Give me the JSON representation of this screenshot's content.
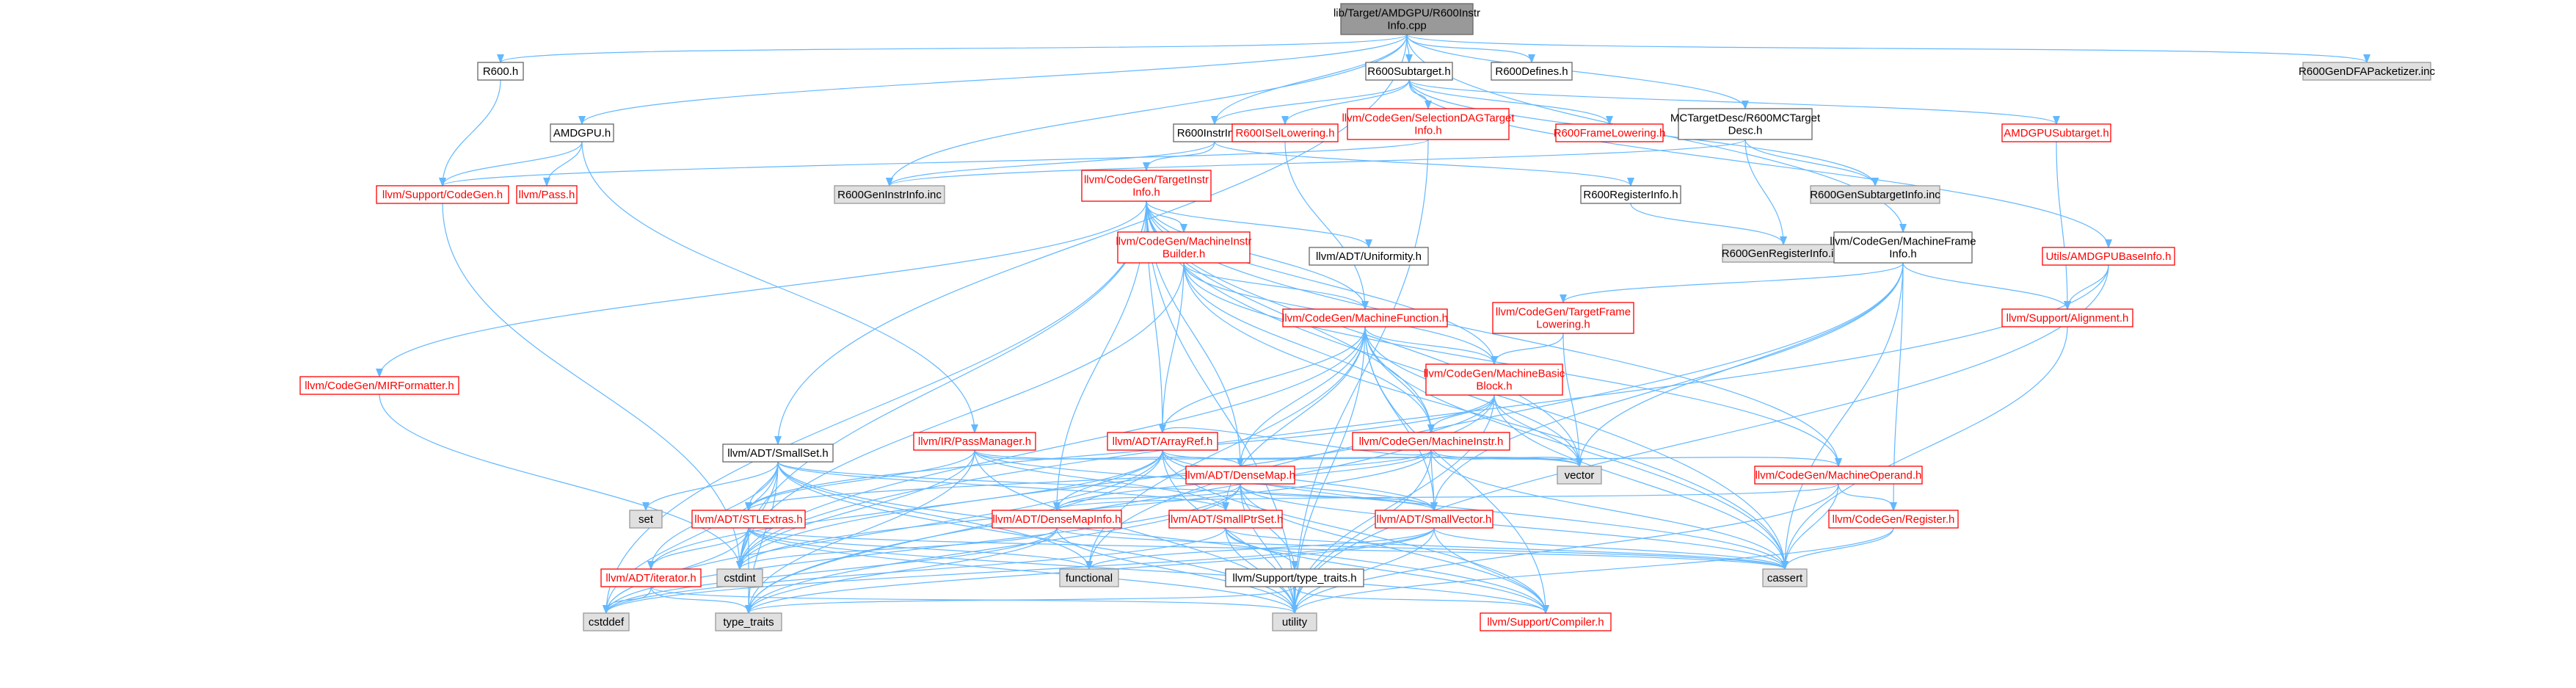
{
  "colors": {
    "edge": "#63b8ff",
    "root_fill": "#999999",
    "root_border": "#666666",
    "normal_fill": "#ffffff",
    "normal_border": "#666666",
    "normal_text": "#000000",
    "link_fill": "#ffffff",
    "link_border": "#ff0000",
    "link_text": "#ff0000",
    "sys_fill": "#e0e0e0",
    "sys_border": "#999999",
    "sys_text": "#000000"
  },
  "graph": {
    "root": "R600InstrInfo.cpp",
    "nodes": [
      {
        "id": "root",
        "lines": [
          "lib/Target/AMDGPU/R600Instr",
          "Info.cpp"
        ],
        "style": "root"
      },
      {
        "id": "r600h",
        "lines": [
          "R600.h"
        ],
        "style": "normal"
      },
      {
        "id": "amdgpuh",
        "lines": [
          "AMDGPU.h"
        ],
        "style": "normal"
      },
      {
        "id": "r600subtarget",
        "lines": [
          "R600Subtarget.h"
        ],
        "style": "normal"
      },
      {
        "id": "r600defines",
        "lines": [
          "R600Defines.h"
        ],
        "style": "normal"
      },
      {
        "id": "dfapacketizer",
        "lines": [
          "R600GenDFAPacketizer.inc"
        ],
        "style": "sys"
      },
      {
        "id": "r600instrinfoh",
        "lines": [
          "R600InstrInfo.h"
        ],
        "style": "normal"
      },
      {
        "id": "r600isellowering",
        "lines": [
          "R600ISelLowering.h"
        ],
        "style": "link"
      },
      {
        "id": "seldagtarget",
        "lines": [
          "llvm/CodeGen/SelectionDAGTarget",
          "Info.h"
        ],
        "style": "link"
      },
      {
        "id": "r600framelowering",
        "lines": [
          "R600FrameLowering.h"
        ],
        "style": "link"
      },
      {
        "id": "mctargetdesc",
        "lines": [
          "MCTargetDesc/R600MCTarget",
          "Desc.h"
        ],
        "style": "normal"
      },
      {
        "id": "amdgpusubtarget",
        "lines": [
          "AMDGPUSubtarget.h"
        ],
        "style": "link"
      },
      {
        "id": "supportcodegen",
        "lines": [
          "llvm/Support/CodeGen.h"
        ],
        "style": "link"
      },
      {
        "id": "passh",
        "lines": [
          "llvm/Pass.h"
        ],
        "style": "link"
      },
      {
        "id": "geninstrinfo",
        "lines": [
          "R600GenInstrInfo.inc"
        ],
        "style": "sys"
      },
      {
        "id": "targetinstrinfo",
        "lines": [
          "llvm/CodeGen/TargetInstr",
          "Info.h"
        ],
        "style": "link"
      },
      {
        "id": "gensubtargetinfo",
        "lines": [
          "R600GenSubtargetInfo.inc"
        ],
        "style": "sys"
      },
      {
        "id": "r600registerinfo",
        "lines": [
          "R600RegisterInfo.h"
        ],
        "style": "normal"
      },
      {
        "id": "genregisterinfo",
        "lines": [
          "R600GenRegisterInfo.inc"
        ],
        "style": "sys"
      },
      {
        "id": "mibuilder",
        "lines": [
          "llvm/CodeGen/MachineInstr",
          "Builder.h"
        ],
        "style": "link"
      },
      {
        "id": "uniformity",
        "lines": [
          "llvm/ADT/Uniformity.h"
        ],
        "style": "normal"
      },
      {
        "id": "mframeinfo",
        "lines": [
          "llvm/CodeGen/MachineFrame",
          "Info.h"
        ],
        "style": "normal"
      },
      {
        "id": "amdgpubaseinfo",
        "lines": [
          "Utils/AMDGPUBaseInfo.h"
        ],
        "style": "link"
      },
      {
        "id": "mirformatter",
        "lines": [
          "llvm/CodeGen/MIRFormatter.h"
        ],
        "style": "link"
      },
      {
        "id": "targetframelowering",
        "lines": [
          "llvm/CodeGen/TargetFrame",
          "Lowering.h"
        ],
        "style": "link"
      },
      {
        "id": "alignment",
        "lines": [
          "llvm/Support/Alignment.h"
        ],
        "style": "link"
      },
      {
        "id": "mfunction",
        "lines": [
          "llvm/CodeGen/MachineFunction.h"
        ],
        "style": "link"
      },
      {
        "id": "mbb",
        "lines": [
          "llvm/CodeGen/MachineBasic",
          "Block.h"
        ],
        "style": "link"
      },
      {
        "id": "passmanager",
        "lines": [
          "llvm/IR/PassManager.h"
        ],
        "style": "link"
      },
      {
        "id": "arrayref",
        "lines": [
          "llvm/ADT/ArrayRef.h"
        ],
        "style": "link"
      },
      {
        "id": "minstr",
        "lines": [
          "llvm/CodeGen/MachineInstr.h"
        ],
        "style": "link"
      },
      {
        "id": "smallset",
        "lines": [
          "llvm/ADT/SmallSet.h"
        ],
        "style": "normal"
      },
      {
        "id": "densemap",
        "lines": [
          "llvm/ADT/DenseMap.h"
        ],
        "style": "link"
      },
      {
        "id": "vector",
        "lines": [
          "vector"
        ],
        "style": "sys"
      },
      {
        "id": "moperand",
        "lines": [
          "llvm/CodeGen/MachineOperand.h"
        ],
        "style": "link"
      },
      {
        "id": "set",
        "lines": [
          "set"
        ],
        "style": "sys"
      },
      {
        "id": "stlextras",
        "lines": [
          "llvm/ADT/STLExtras.h"
        ],
        "style": "link"
      },
      {
        "id": "densemapinfo",
        "lines": [
          "llvm/ADT/DenseMapInfo.h"
        ],
        "style": "link"
      },
      {
        "id": "smallptrset",
        "lines": [
          "llvm/ADT/SmallPtrSet.h"
        ],
        "style": "link"
      },
      {
        "id": "smallvector",
        "lines": [
          "llvm/ADT/SmallVector.h"
        ],
        "style": "link"
      },
      {
        "id": "register",
        "lines": [
          "llvm/CodeGen/Register.h"
        ],
        "style": "link"
      },
      {
        "id": "cstdint",
        "lines": [
          "cstdint"
        ],
        "style": "sys"
      },
      {
        "id": "iterator",
        "lines": [
          "llvm/ADT/iterator.h"
        ],
        "style": "link"
      },
      {
        "id": "functional",
        "lines": [
          "functional"
        ],
        "style": "sys"
      },
      {
        "id": "typetraitsh",
        "lines": [
          "llvm/Support/type_traits.h"
        ],
        "style": "normal"
      },
      {
        "id": "cassert",
        "lines": [
          "cassert"
        ],
        "style": "sys"
      },
      {
        "id": "cstddef",
        "lines": [
          "cstddef"
        ],
        "style": "sys"
      },
      {
        "id": "type_traits",
        "lines": [
          "type_traits"
        ],
        "style": "sys"
      },
      {
        "id": "utility",
        "lines": [
          "utility"
        ],
        "style": "sys"
      },
      {
        "id": "compiler",
        "lines": [
          "llvm/Support/Compiler.h"
        ],
        "style": "link"
      }
    ],
    "edges": [
      [
        "root",
        "r600h"
      ],
      [
        "root",
        "amdgpuh"
      ],
      [
        "root",
        "r600subtarget"
      ],
      [
        "root",
        "r600defines"
      ],
      [
        "root",
        "dfapacketizer"
      ],
      [
        "root",
        "r600instrinfoh"
      ],
      [
        "root",
        "mctargetdesc"
      ],
      [
        "root",
        "geninstrinfo"
      ],
      [
        "root",
        "mframeinfo"
      ],
      [
        "root",
        "smallset"
      ],
      [
        "r600h",
        "supportcodegen"
      ],
      [
        "amdgpuh",
        "supportcodegen"
      ],
      [
        "amdgpuh",
        "passh"
      ],
      [
        "amdgpuh",
        "passmanager"
      ],
      [
        "r600subtarget",
        "r600instrinfoh"
      ],
      [
        "r600subtarget",
        "r600isellowering"
      ],
      [
        "r600subtarget",
        "seldagtarget"
      ],
      [
        "r600subtarget",
        "r600framelowering"
      ],
      [
        "r600subtarget",
        "amdgpusubtarget"
      ],
      [
        "r600subtarget",
        "gensubtargetinfo"
      ],
      [
        "r600subtarget",
        "amdgpubaseinfo"
      ],
      [
        "r600instrinfoh",
        "geninstrinfo"
      ],
      [
        "r600instrinfoh",
        "targetinstrinfo"
      ],
      [
        "r600instrinfoh",
        "r600registerinfo"
      ],
      [
        "seldagtarget",
        "supportcodegen"
      ],
      [
        "seldagtarget",
        "utility"
      ],
      [
        "r600isellowering",
        "mfunction"
      ],
      [
        "mctargetdesc",
        "geninstrinfo"
      ],
      [
        "mctargetdesc",
        "gensubtargetinfo"
      ],
      [
        "mctargetdesc",
        "genregisterinfo"
      ],
      [
        "amdgpusubtarget",
        "alignment"
      ],
      [
        "r600registerinfo",
        "genregisterinfo"
      ],
      [
        "supportcodegen",
        "cstdint"
      ],
      [
        "targetinstrinfo",
        "mibuilder"
      ],
      [
        "targetinstrinfo",
        "uniformity"
      ],
      [
        "targetinstrinfo",
        "mirformatter"
      ],
      [
        "targetinstrinfo",
        "mfunction"
      ],
      [
        "targetinstrinfo",
        "mbb"
      ],
      [
        "targetinstrinfo",
        "arrayref"
      ],
      [
        "targetinstrinfo",
        "minstr"
      ],
      [
        "targetinstrinfo",
        "densemap"
      ],
      [
        "targetinstrinfo",
        "densemapinfo"
      ],
      [
        "targetinstrinfo",
        "moperand"
      ],
      [
        "targetinstrinfo",
        "vector"
      ],
      [
        "targetinstrinfo",
        "cassert"
      ],
      [
        "targetinstrinfo",
        "cstdint"
      ],
      [
        "targetinstrinfo",
        "cstddef"
      ],
      [
        "targetinstrinfo",
        "utility"
      ],
      [
        "mibuilder",
        "mfunction"
      ],
      [
        "mibuilder",
        "mbb"
      ],
      [
        "mibuilder",
        "minstr"
      ],
      [
        "mibuilder",
        "arrayref"
      ],
      [
        "mibuilder",
        "moperand"
      ],
      [
        "mibuilder",
        "cstdint"
      ],
      [
        "mibuilder",
        "cassert"
      ],
      [
        "mframeinfo",
        "alignment"
      ],
      [
        "mframeinfo",
        "targetframelowering"
      ],
      [
        "mframeinfo",
        "vector"
      ],
      [
        "mframeinfo",
        "cassert"
      ],
      [
        "mframeinfo",
        "functional"
      ],
      [
        "mframeinfo",
        "register"
      ],
      [
        "mframeinfo",
        "smallvector"
      ],
      [
        "amdgpubaseinfo",
        "alignment"
      ],
      [
        "amdgpubaseinfo",
        "utility"
      ],
      [
        "amdgpubaseinfo",
        "cstdint"
      ],
      [
        "targetframelowering",
        "mbb"
      ],
      [
        "targetframelowering",
        "vector"
      ],
      [
        "mirformatter",
        "cstdint"
      ],
      [
        "alignment",
        "cassert"
      ],
      [
        "mfunction",
        "mbb"
      ],
      [
        "mfunction",
        "arrayref"
      ],
      [
        "mfunction",
        "minstr"
      ],
      [
        "mfunction",
        "densemap"
      ],
      [
        "mfunction",
        "smallvector"
      ],
      [
        "mfunction",
        "smallptrset"
      ],
      [
        "mfunction",
        "cassert"
      ],
      [
        "mfunction",
        "cstdint"
      ],
      [
        "mfunction",
        "utility"
      ],
      [
        "mfunction",
        "vector"
      ],
      [
        "mfunction",
        "compiler"
      ],
      [
        "mfunction",
        "functional"
      ],
      [
        "mbb",
        "minstr"
      ],
      [
        "mbb",
        "vector"
      ],
      [
        "mbb",
        "cassert"
      ],
      [
        "mbb",
        "cstdint"
      ],
      [
        "mbb",
        "stlextras"
      ],
      [
        "mbb",
        "utility"
      ],
      [
        "mbb",
        "type_traits"
      ],
      [
        "passmanager",
        "densemap"
      ],
      [
        "passmanager",
        "smallptrset"
      ],
      [
        "passmanager",
        "stlextras"
      ],
      [
        "passmanager",
        "vector"
      ],
      [
        "passmanager",
        "type_traits"
      ],
      [
        "passmanager",
        "utility"
      ],
      [
        "passmanager",
        "cstdint"
      ],
      [
        "passmanager",
        "smallvector"
      ],
      [
        "arrayref",
        "densemapinfo"
      ],
      [
        "arrayref",
        "smallvector"
      ],
      [
        "arrayref",
        "cassert"
      ],
      [
        "arrayref",
        "cstddef"
      ],
      [
        "arrayref",
        "vector"
      ],
      [
        "arrayref",
        "iterator"
      ],
      [
        "arrayref",
        "compiler"
      ],
      [
        "arrayref",
        "type_traits"
      ],
      [
        "arrayref",
        "utility"
      ],
      [
        "minstr",
        "moperand"
      ],
      [
        "minstr",
        "densemapinfo"
      ],
      [
        "minstr",
        "arrayref"
      ],
      [
        "minstr",
        "cassert"
      ],
      [
        "minstr",
        "cstdint"
      ],
      [
        "minstr",
        "utility"
      ],
      [
        "minstr",
        "vector"
      ],
      [
        "minstr",
        "stlextras"
      ],
      [
        "minstr",
        "smallvector"
      ],
      [
        "smallset",
        "smallptrset"
      ],
      [
        "smallset",
        "smallvector"
      ],
      [
        "smallset",
        "stlextras"
      ],
      [
        "smallset",
        "iterator"
      ],
      [
        "smallset",
        "set"
      ],
      [
        "smallset",
        "cstddef"
      ],
      [
        "smallset",
        "functional"
      ],
      [
        "smallset",
        "utility"
      ],
      [
        "smallset",
        "compiler"
      ],
      [
        "smallset",
        "type_traits"
      ],
      [
        "smallset",
        "cstdint"
      ],
      [
        "densemap",
        "densemapinfo"
      ],
      [
        "densemap",
        "smallvector"
      ],
      [
        "densemap",
        "typetraitsh"
      ],
      [
        "densemap",
        "cassert"
      ],
      [
        "densemap",
        "cstddef"
      ],
      [
        "densemap",
        "type_traits"
      ],
      [
        "densemap",
        "utility"
      ],
      [
        "densemap",
        "compiler"
      ],
      [
        "moperand",
        "register"
      ],
      [
        "moperand",
        "cassert"
      ],
      [
        "moperand",
        "densemapinfo"
      ],
      [
        "moperand",
        "utility"
      ],
      [
        "stlextras",
        "iterator"
      ],
      [
        "stlextras",
        "cassert"
      ],
      [
        "stlextras",
        "functional"
      ],
      [
        "stlextras",
        "cstddef"
      ],
      [
        "stlextras",
        "cstdint"
      ],
      [
        "stlextras",
        "type_traits"
      ],
      [
        "stlextras",
        "utility"
      ],
      [
        "stlextras",
        "compiler"
      ],
      [
        "densemapinfo",
        "cassert"
      ],
      [
        "densemapinfo",
        "cstddef"
      ],
      [
        "densemapinfo",
        "cstdint"
      ],
      [
        "densemapinfo",
        "type_traits"
      ],
      [
        "densemapinfo",
        "utility"
      ],
      [
        "smallptrset",
        "cassert"
      ],
      [
        "smallptrset",
        "compiler"
      ],
      [
        "smallptrset",
        "typetraitsh"
      ],
      [
        "smallptrset",
        "utility"
      ],
      [
        "smallptrset",
        "cstddef"
      ],
      [
        "smallvector",
        "cassert"
      ],
      [
        "smallvector",
        "compiler"
      ],
      [
        "smallvector",
        "type_traits"
      ],
      [
        "smallvector",
        "utility"
      ],
      [
        "smallvector",
        "cstddef"
      ],
      [
        "smallvector",
        "functional"
      ],
      [
        "register",
        "cassert"
      ],
      [
        "register",
        "utility"
      ],
      [
        "iterator",
        "utility"
      ],
      [
        "iterator",
        "cstddef"
      ],
      [
        "iterator",
        "type_traits"
      ],
      [
        "typetraitsh",
        "utility"
      ],
      [
        "typetraitsh",
        "type_traits"
      ],
      [
        "typetraitsh",
        "compiler"
      ]
    ]
  }
}
